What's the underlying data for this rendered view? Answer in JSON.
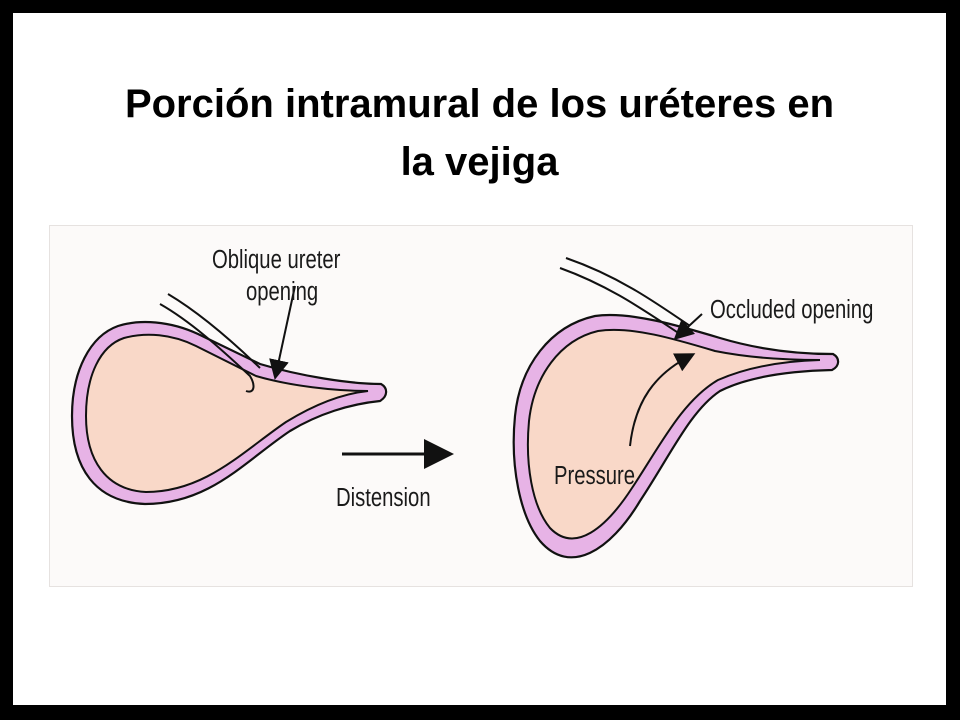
{
  "title": {
    "line1": "Porción intramural de los uréteres en",
    "line2": "la vejiga"
  },
  "diagram": {
    "labels": {
      "oblique_line1": "Oblique ureter",
      "oblique_line2": "opening",
      "distension": "Distension",
      "occluded": "Occluded opening",
      "pressure": "Pressure"
    },
    "colors": {
      "wall": "#e7b3e6",
      "lumen": "#f9d8c8",
      "outline": "#111111",
      "background": "#fcfaf9"
    }
  }
}
